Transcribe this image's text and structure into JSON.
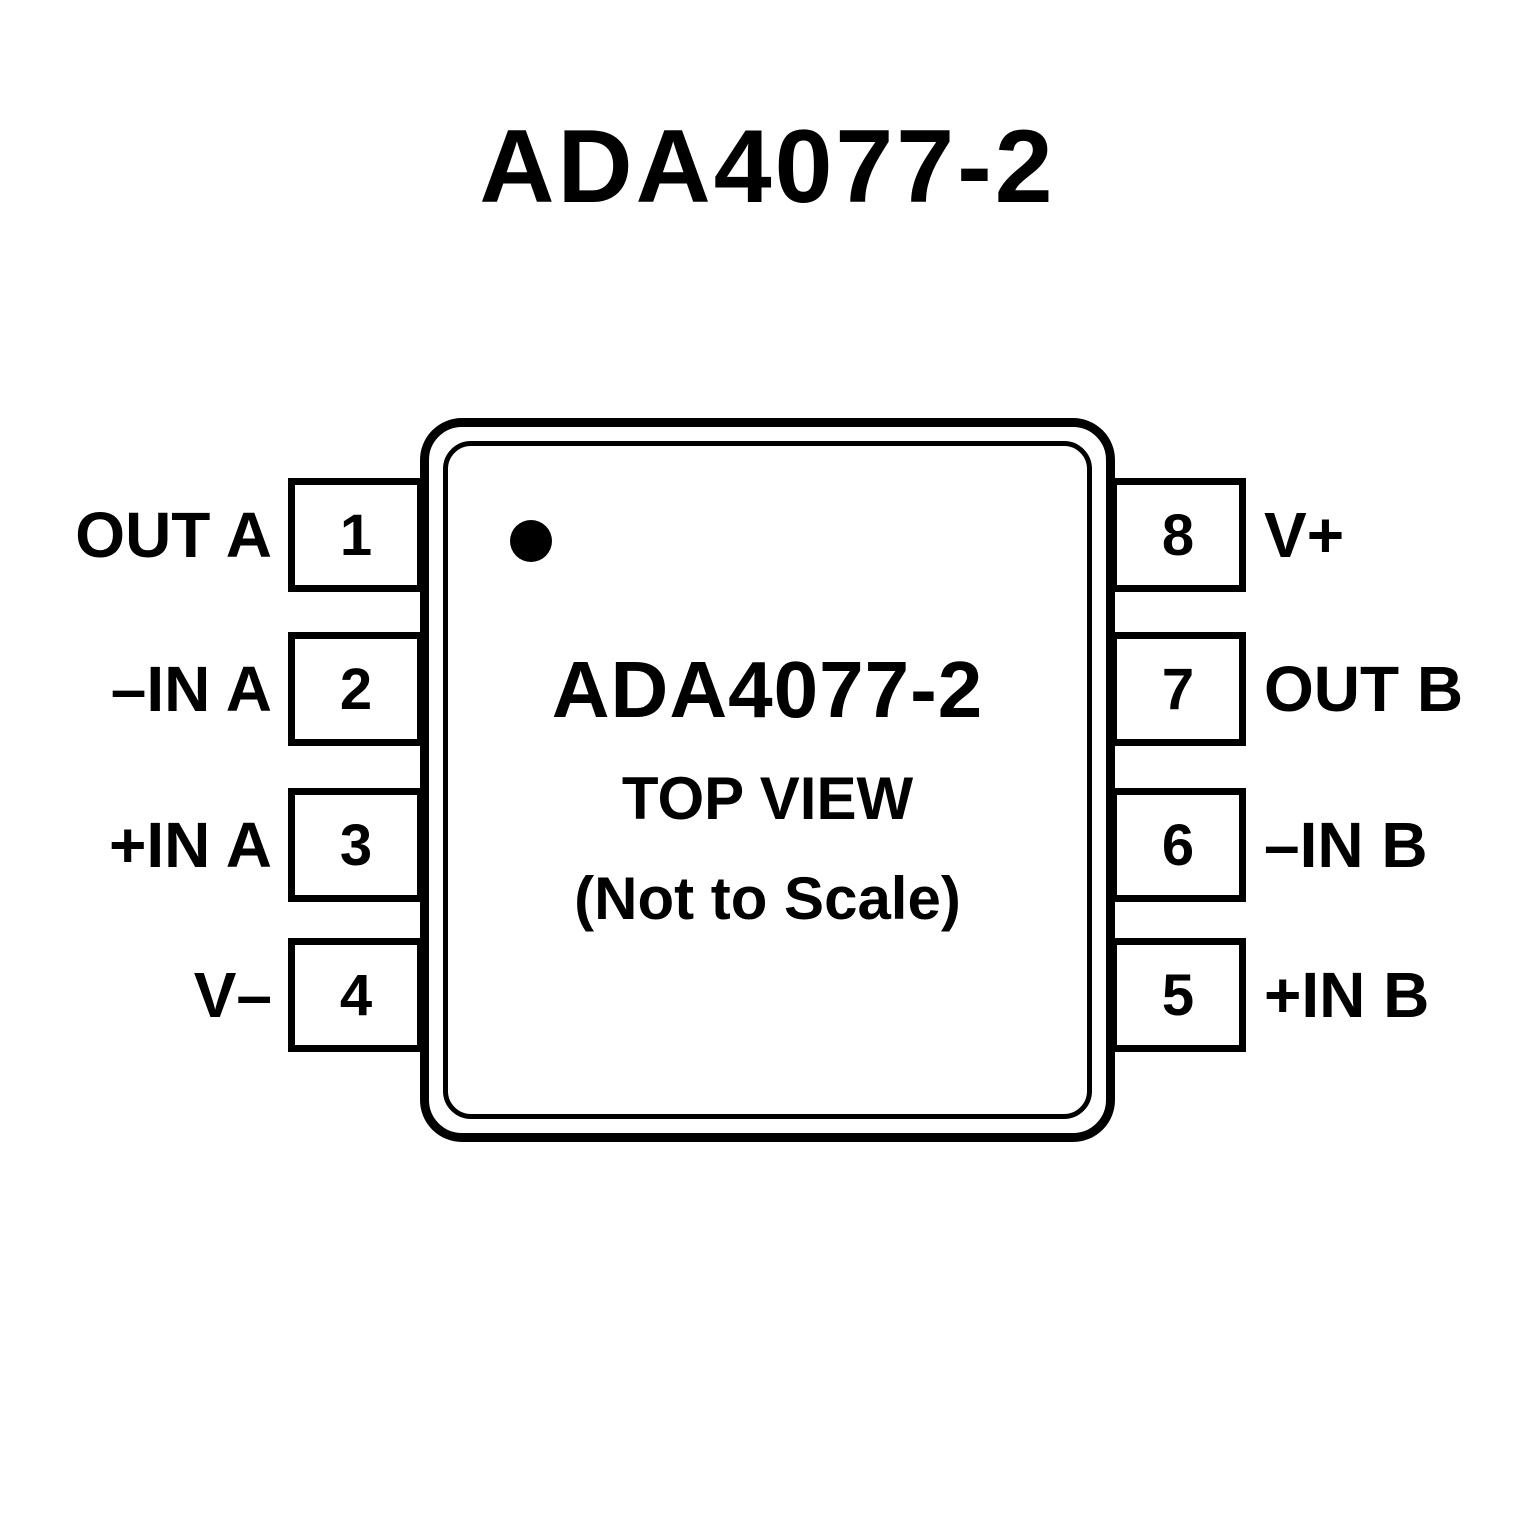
{
  "title": "ADA4077-2",
  "chip": {
    "name": "ADA4077-2",
    "view": "TOP VIEW",
    "scale_note": "(Not to Scale)",
    "pin1_marker": "pin-1-indicator-dot"
  },
  "pins": {
    "left": [
      {
        "number": "1",
        "label": "OUT A"
      },
      {
        "number": "2",
        "label": "–IN A"
      },
      {
        "number": "3",
        "label": "+IN A"
      },
      {
        "number": "4",
        "label": "V–"
      }
    ],
    "right": [
      {
        "number": "8",
        "label": "V+"
      },
      {
        "number": "7",
        "label": "OUT B"
      },
      {
        "number": "6",
        "label": "–IN B"
      },
      {
        "number": "5",
        "label": "+IN B"
      }
    ]
  },
  "colors": {
    "ink": "#000000",
    "background": "#ffffff"
  }
}
